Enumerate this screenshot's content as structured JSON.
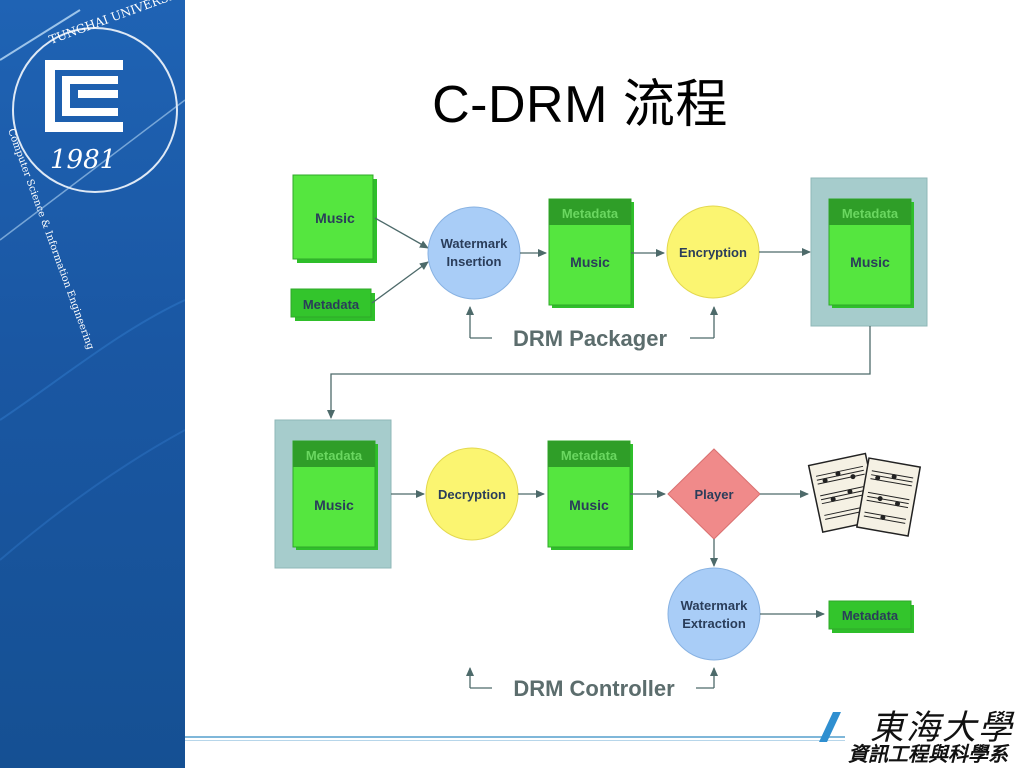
{
  "slide": {
    "title": "C-DRM 流程"
  },
  "sidebar": {
    "seal_text_top": "TUNGHAI UNIVERSITY",
    "seal_year": "1981",
    "seal_text_side": "Computer Science & Information Engineering"
  },
  "branding": {
    "cjk_top": "東海大學",
    "cjk_bottom": "資訊工程與科學系"
  },
  "packager": {
    "input_music": "Music",
    "input_metadata": "Metadata",
    "watermark_insertion": [
      "Watermark",
      "Insertion"
    ],
    "packet_metadata": "Metadata",
    "packet_music": "Music",
    "encryption": "Encryption",
    "encrypted_metadata": "Metadata",
    "encrypted_music": "Music",
    "label": "DRM Packager"
  },
  "controller": {
    "received_metadata": "Metadata",
    "received_music": "Music",
    "decryption": "Decryption",
    "decrypted_metadata": "Metadata",
    "decrypted_music": "Music",
    "player": "Player",
    "watermark_extraction": [
      "Watermark",
      "Extraction"
    ],
    "output_metadata": "Metadata",
    "label": "DRM Controller"
  },
  "colors": {
    "sidebar_blue": "#1a57a3",
    "box_green": "#55e63f",
    "box_green_dark": "#2fbf2a",
    "header_green": "#33a52a",
    "circle_blue": "#a9cdf7",
    "circle_yellow": "#fbf571",
    "diamond_red": "#f08a8a",
    "container_teal": "#a6cccc",
    "arrow_gray": "#4d6a6a",
    "label_gray": "#5c6d6d"
  },
  "icons": [
    "sheet-music-icon",
    "university-seal-icon"
  ]
}
